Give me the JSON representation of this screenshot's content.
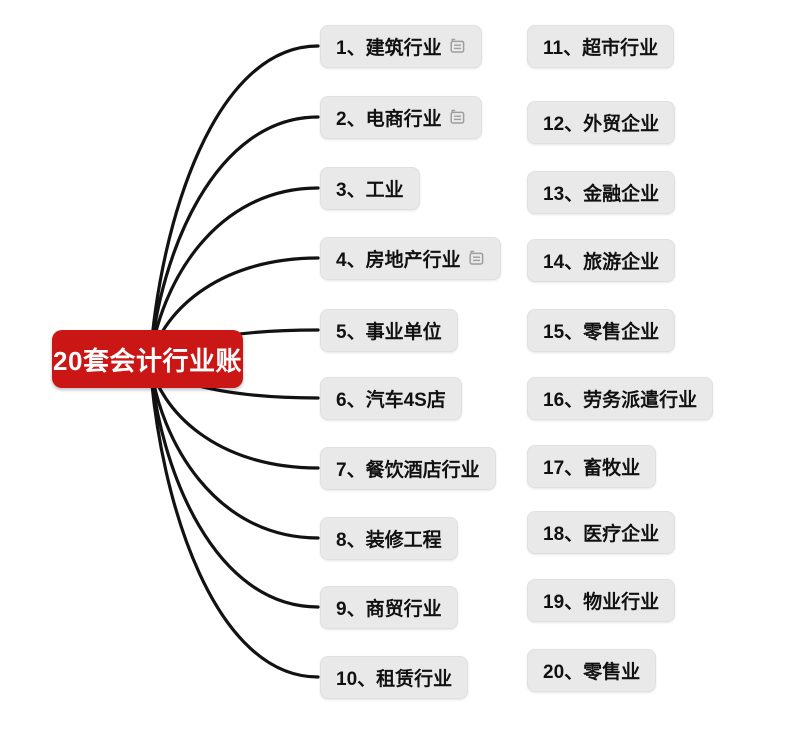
{
  "root": {
    "label": "20套会计行业账",
    "bg_color": "#cb1616",
    "text_color": "#ffffff"
  },
  "colors": {
    "branch_line": "#121212",
    "topic_bg": "#e9e9e9",
    "topic_text": "#111111",
    "note_icon": "#9e9e9e"
  },
  "left_items": [
    {
      "label": "1、建筑行业",
      "has_note": true
    },
    {
      "label": "2、电商行业",
      "has_note": true
    },
    {
      "label": "3、工业",
      "has_note": false
    },
    {
      "label": "4、房地产行业",
      "has_note": true
    },
    {
      "label": "5、事业单位",
      "has_note": false
    },
    {
      "label": "6、汽车4S店",
      "has_note": false
    },
    {
      "label": "7、餐饮酒店行业",
      "has_note": false
    },
    {
      "label": "8、装修工程",
      "has_note": false
    },
    {
      "label": "9、商贸行业",
      "has_note": false
    },
    {
      "label": "10、租赁行业",
      "has_note": false
    }
  ],
  "right_items": [
    {
      "label": "11、超市行业",
      "has_note": false
    },
    {
      "label": "12、外贸企业",
      "has_note": false
    },
    {
      "label": "13、金融企业",
      "has_note": false
    },
    {
      "label": "14、旅游企业",
      "has_note": false
    },
    {
      "label": "15、零售企业",
      "has_note": false
    },
    {
      "label": "16、劳务派遣行业",
      "has_note": false
    },
    {
      "label": "17、畜牧业",
      "has_note": false
    },
    {
      "label": "18、医疗企业",
      "has_note": false
    },
    {
      "label": "19、物业行业",
      "has_note": false
    },
    {
      "label": "20、零售业",
      "has_note": false
    }
  ]
}
